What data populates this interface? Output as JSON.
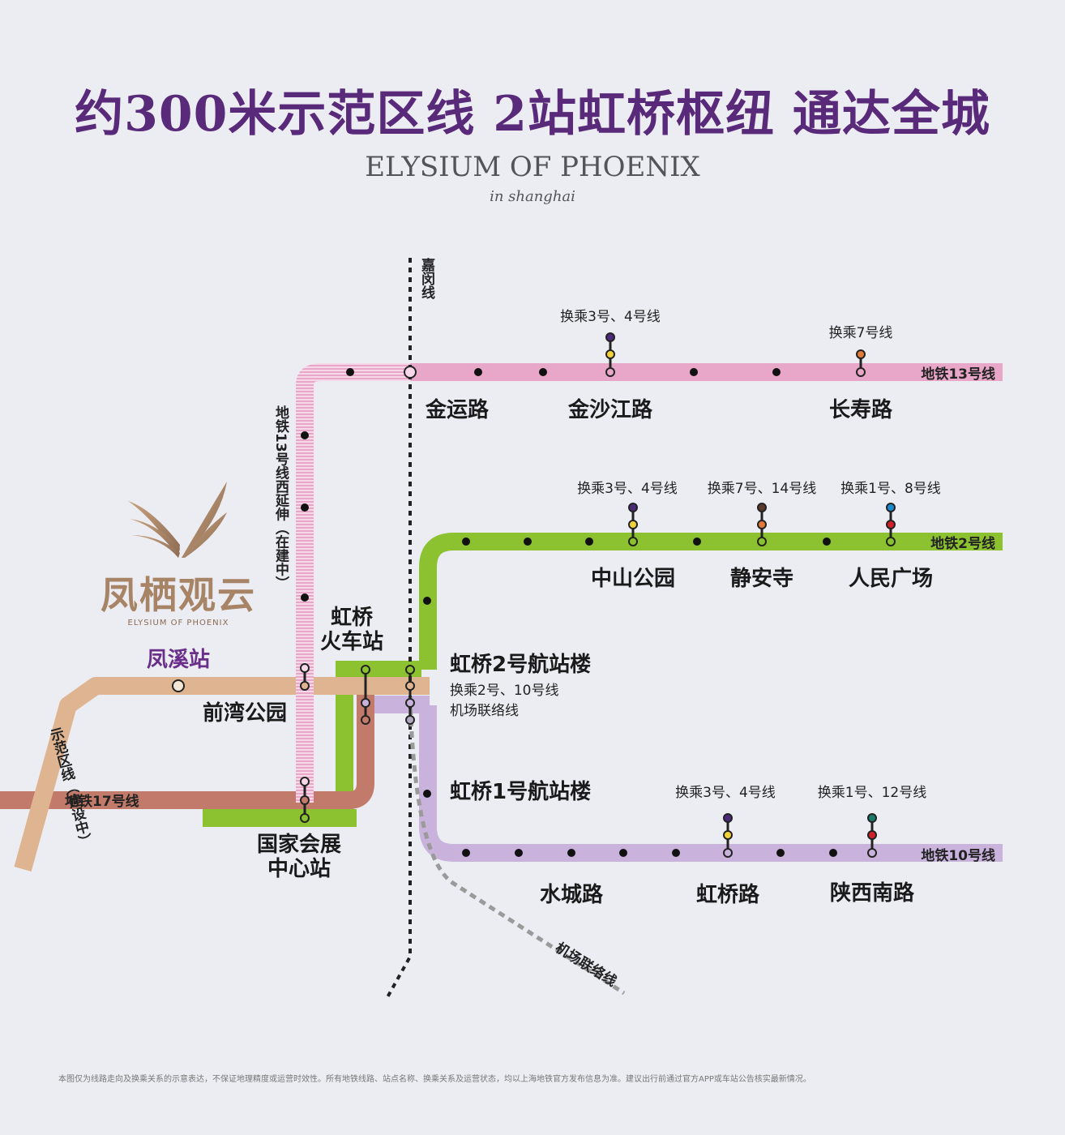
{
  "header": {
    "title": "约300米示范区线 2站虹桥枢纽 通达全城",
    "brand_en": "ELYSIUM OF PHOENIX",
    "brand_sub": "in shanghai"
  },
  "logo": {
    "cn": "凤栖观云",
    "en": "ELYSIUM OF PHOENIX"
  },
  "lines": {
    "l13": "地铁13号线",
    "l2": "地铁2号线",
    "l10": "地铁10号线",
    "l17": "地铁17号线",
    "l13west": "地铁13号线西延伸（在建中）",
    "demo": "示范区线（建设中）",
    "jiamin": "嘉闵线",
    "airport": "机场联络线"
  },
  "colors": {
    "line13": "#e8a6c8",
    "line2": "#8cc130",
    "line10": "#c9b3dc",
    "line17": "#c27a6a",
    "demo": "#dfb591",
    "title": "#5a2a7a"
  },
  "stations": {
    "jinyunlu": "金运路",
    "jinshajianglu": "金沙江路",
    "changshoulu": "长寿路",
    "zhongshangongyuan": "中山公园",
    "jinganSi": "静安寺",
    "renminguangchang": "人民广场",
    "hongqiaoT2": "虹桥2号航站楼",
    "hongqiaoT2_transfer1": "换乘2号、10号线",
    "hongqiaoT2_transfer2": "机场联络线",
    "hongqiaoT1": "虹桥1号航站楼",
    "shuichenglu": "水城路",
    "hongqiaolu": "虹桥路",
    "shanxinanlu": "陕西南路",
    "hongqiaoRail1": "虹桥",
    "hongqiaoRail2": "火车站",
    "fengxi": "凤溪站",
    "qianwan": "前湾公园",
    "nceca1": "国家会展",
    "nceca2": "中心站"
  },
  "transfers": {
    "jinshajianglu": "换乘3号、4号线",
    "changshoulu": "换乘7号线",
    "zhongshangongyuan": "换乘3号、4号线",
    "jinganSi": "换乘7号、14号线",
    "renminguangchang": "换乘1号、8号线",
    "hongqiaolu": "换乘3号、4号线",
    "shanxinanlu": "换乘1号、12号线"
  },
  "disclaimer": "本图仅为线路走向及换乘关系的示意表达，不保证地理精度或运营时效性。所有地铁线路、站点名称、换乘关系及运营状态，均以上海地铁官方发布信息为准。建议出行前通过官方APP或车站公告核实最新情况。"
}
